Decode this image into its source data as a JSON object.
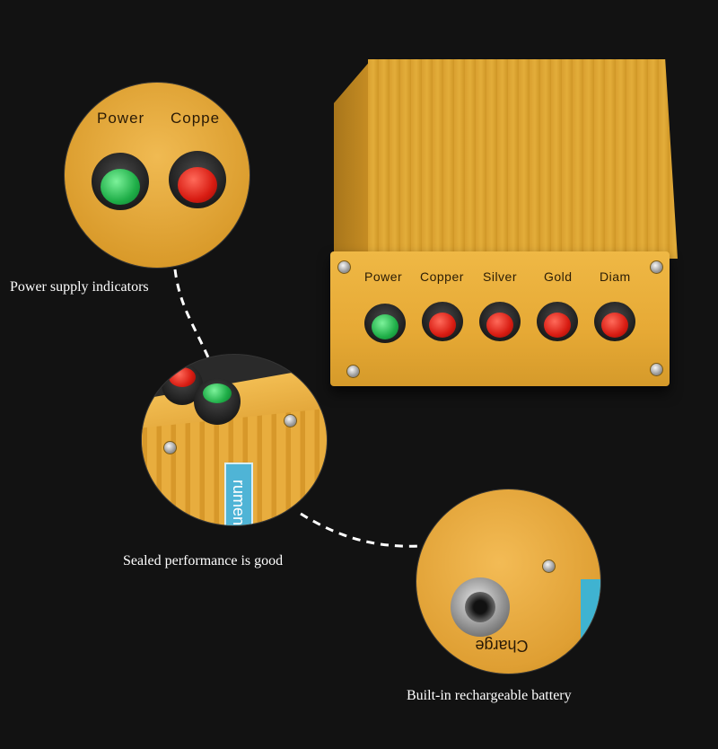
{
  "front_panel": {
    "labels": [
      "Power",
      "Copper",
      "Silver",
      "Gold",
      "Diam"
    ],
    "buttons": [
      {
        "name": "power",
        "color": "#22b14c"
      },
      {
        "name": "copper",
        "color": "#e02a1c"
      },
      {
        "name": "silver",
        "color": "#e02a1c"
      },
      {
        "name": "gold",
        "color": "#e02a1c"
      },
      {
        "name": "diam",
        "color": "#e02a1c"
      }
    ]
  },
  "insets": {
    "power_closeup": {
      "label_power": "Power",
      "label_copper": "Coppe"
    },
    "sealed_closeup": {
      "sticker": "rument"
    },
    "charge_closeup": {
      "jack_label": "Charge"
    }
  },
  "captions": {
    "power": "Power supply indicators",
    "sealed": "Sealed performance is good",
    "battery": "Built-in rechargeable battery"
  },
  "colors": {
    "background": "#121212",
    "aluminum": "#e6a935",
    "caption": "#ffffff"
  }
}
